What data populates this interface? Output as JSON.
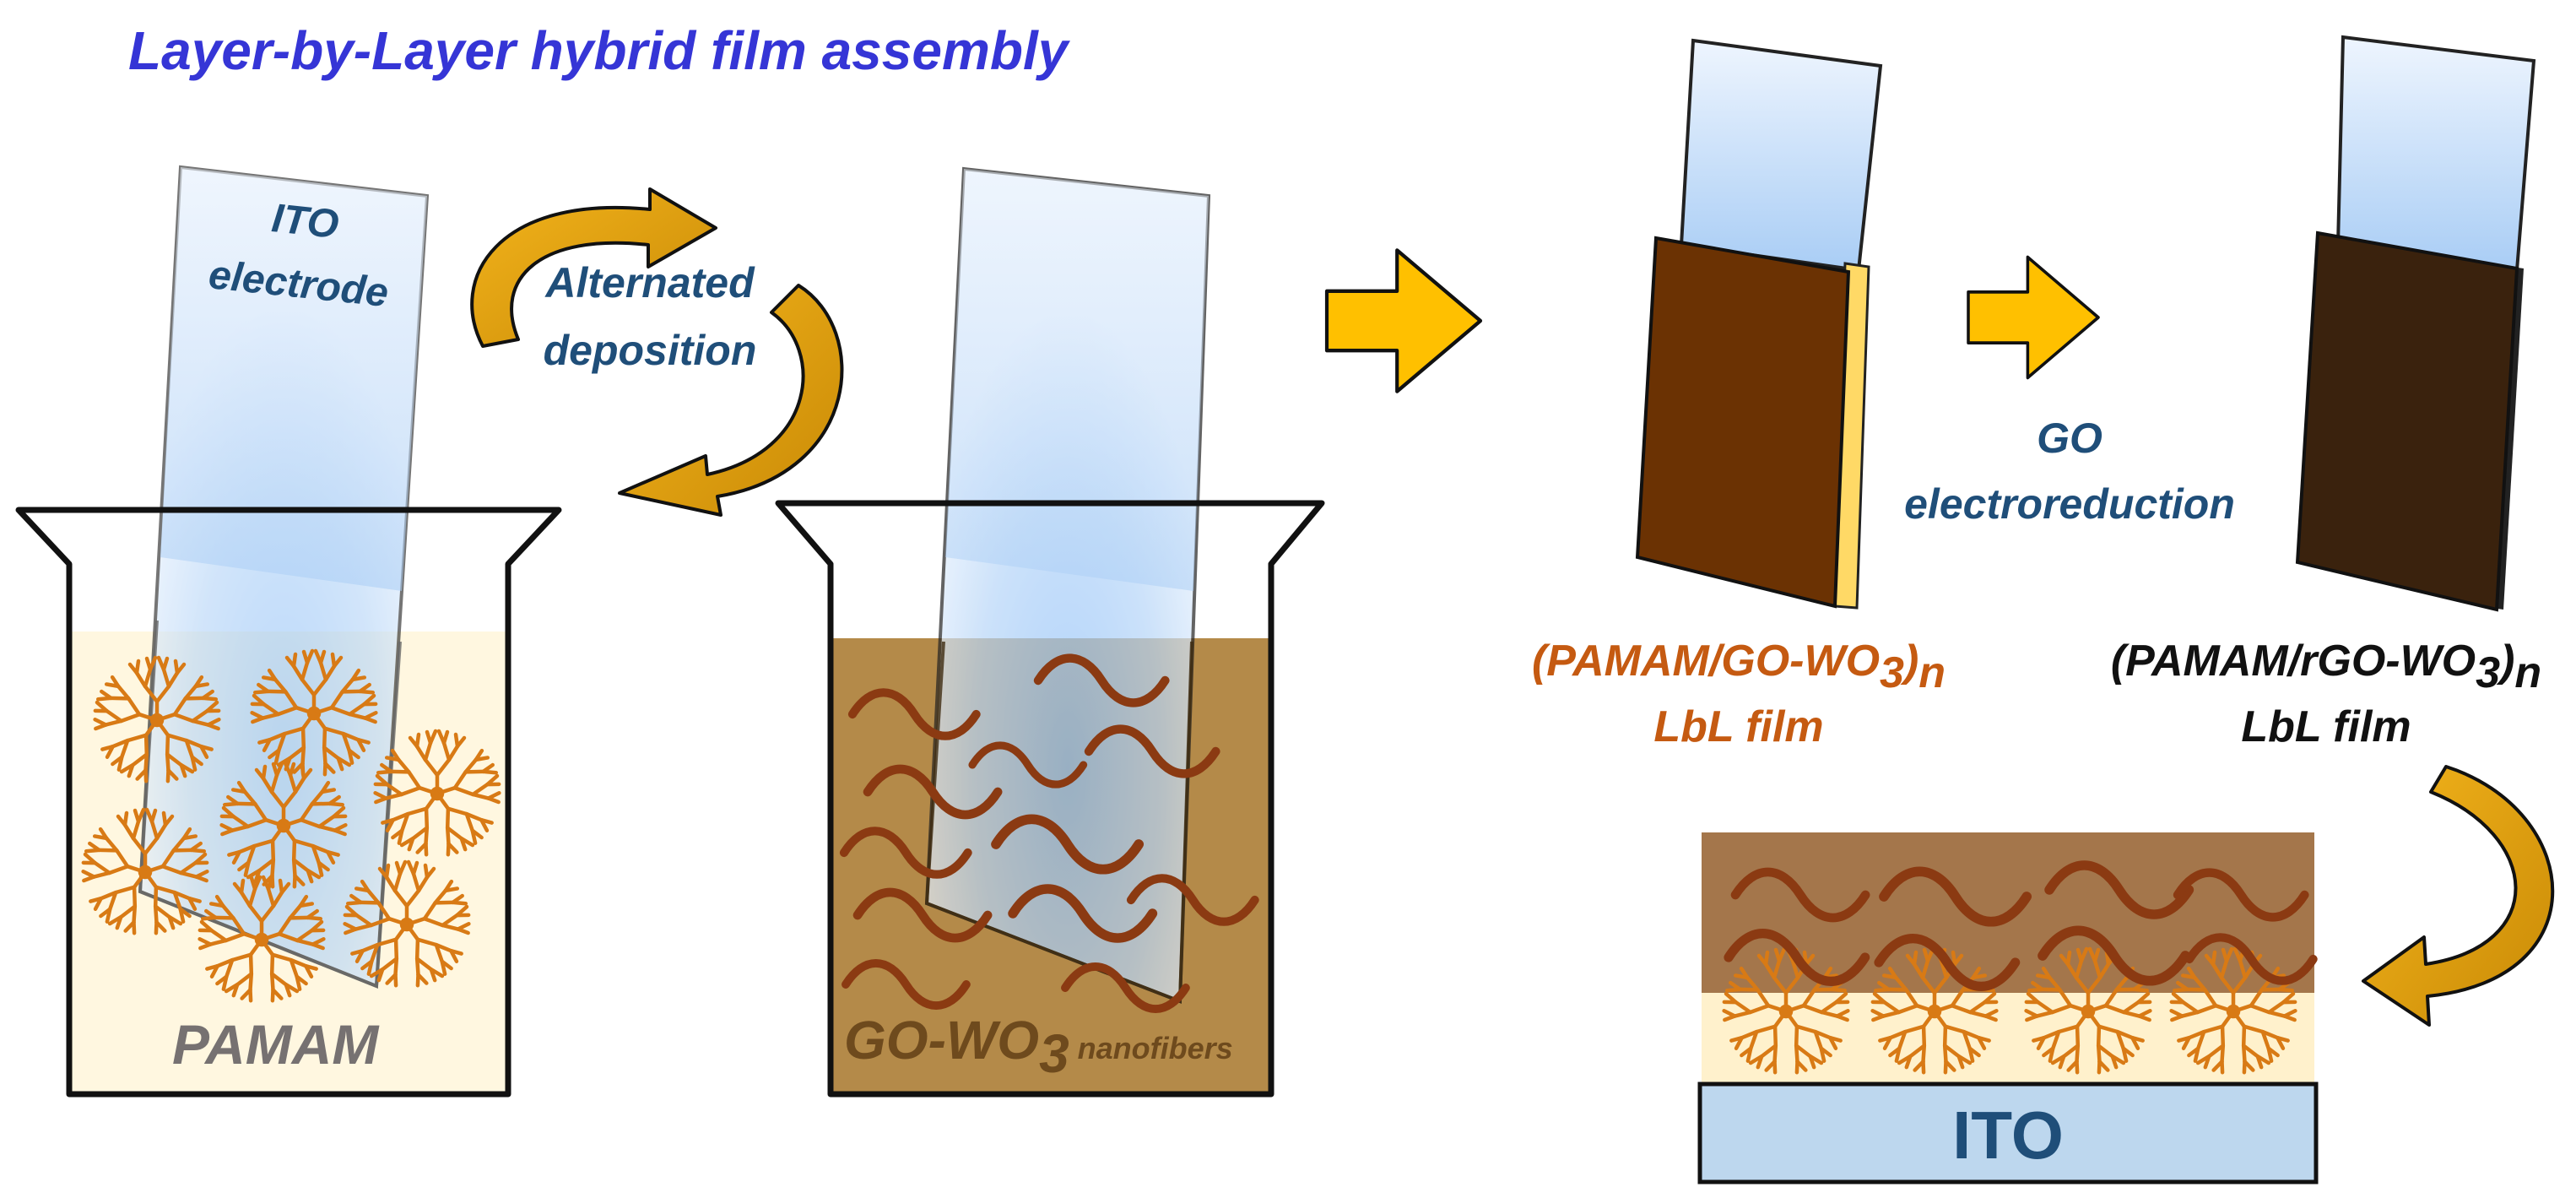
{
  "title": "Layer-by-Layer hybrid film assembly",
  "labels": {
    "ito_electrode_1": "ITO",
    "ito_electrode_2": "electrode",
    "alternated_1": "Alternated",
    "alternated_2": "deposition",
    "pamam": "PAMAM",
    "go_wo3_prefix": "GO-WO",
    "go_wo3_sub": "3",
    "nanofibers": "nanofibers",
    "go_step_1": "GO",
    "go_step_2": "electroreduction",
    "film1_prefix": "(PAMAM/GO-WO",
    "film1_sub3": "3",
    "film1_close": ")",
    "film1_subn": "n",
    "film1_line2": "LbL film",
    "film2_prefix": "(PAMAM/rGO-WO",
    "film2_sub3": "3",
    "film2_close": ")",
    "film2_subn": "n",
    "film2_line2": "LbL film",
    "ito_bar": "ITO"
  },
  "colors": {
    "title": "#3535d6",
    "label_blue": "#1f4e79",
    "label_orange": "#c55a11",
    "arrow_fill": "#ffc000",
    "curved_arrow_fill": "#e2a413",
    "dendrimer": "#d87a15",
    "fiber": "#8b3a12",
    "pamam_solution": "#fff7e0",
    "go_solution": "#b48a49",
    "film_brown": "#6b3203",
    "film_dark": "#3a220d",
    "film_edge": "#ffd966",
    "ito_bar": "#bdd7ee",
    "glass": "#bcd7f5"
  },
  "icons": {
    "arrow": "right-arrow-icon",
    "curved_arrow": "curved-arrow-icon",
    "dendrimer": "dendrimer-icon",
    "fiber": "nanofiber-icon"
  }
}
